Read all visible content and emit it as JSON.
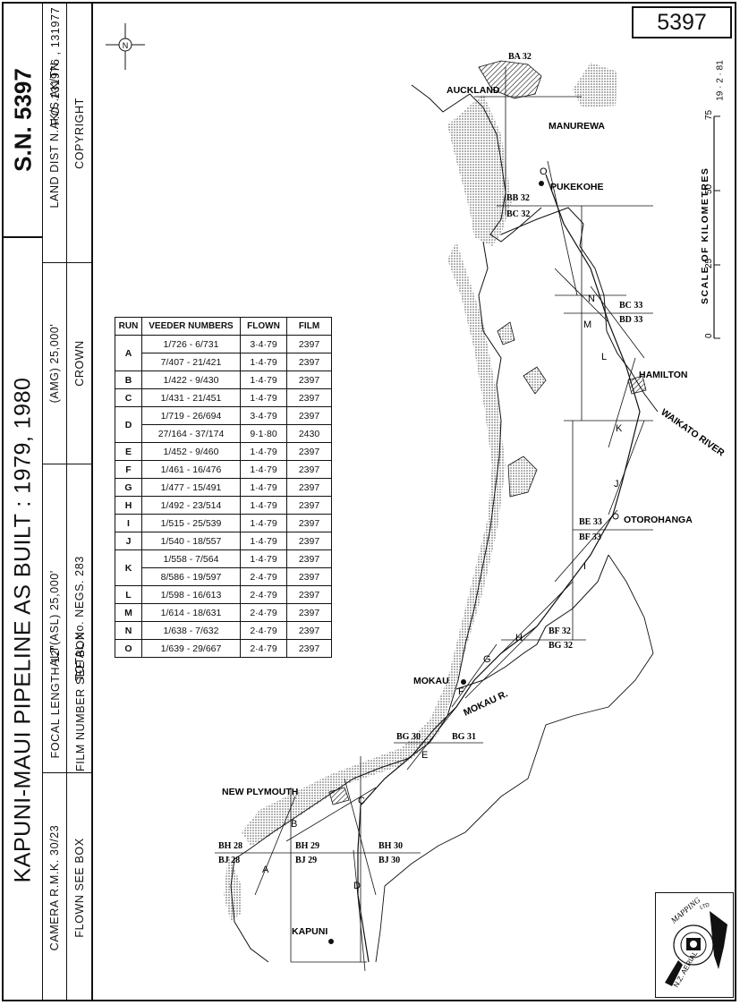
{
  "margin": {
    "title": "KAPUNI-MAUI PIPELINE AS BUILT : 1979, 1980",
    "sn": "S.N. 5397",
    "camera": "CAMERA  R.M.K. 30/23",
    "flown": "FLOWN  SEE  BOX",
    "focal_length": "FOCAL LENGTH  12\"",
    "film_number": "FILM NUMBER  SEE  BOX",
    "alt_asl": "ALT(ASL)     25,000'",
    "total_negs": "TOTAL No. NEGS.  283",
    "alt_amg": "(AMG)     25,000'",
    "crown": "CROWN",
    "fo": "F.O. 131976 , 131977",
    "copyright": "COPYRIGHT",
    "land_dist": "LAND DIST  N.AK/S.AK/TN."
  },
  "sheet_number": "5397",
  "date": "19 · 2 · 81",
  "north": "N",
  "scale": {
    "label": "SCALE  OF  KILOMETRES",
    "ticks": [
      "0",
      "25",
      "50",
      "75"
    ]
  },
  "table": {
    "headers": [
      "RUN",
      "VEEDER NUMBERS",
      "FLOWN",
      "FILM"
    ],
    "rows": [
      {
        "run": "A",
        "entries": [
          [
            "1/726 - 6/731",
            "3·4·79",
            "2397"
          ],
          [
            "7/407 - 21/421",
            "1·4·79",
            "2397"
          ]
        ]
      },
      {
        "run": "B",
        "entries": [
          [
            "1/422 - 9/430",
            "1·4·79",
            "2397"
          ]
        ]
      },
      {
        "run": "C",
        "entries": [
          [
            "1/431 - 21/451",
            "1·4·79",
            "2397"
          ]
        ]
      },
      {
        "run": "D",
        "entries": [
          [
            "1/719 - 26/694",
            "3·4·79",
            "2397"
          ],
          [
            "27/164 - 37/174",
            "9·1·80",
            "2430"
          ]
        ]
      },
      {
        "run": "E",
        "entries": [
          [
            "1/452 - 9/460",
            "1·4·79",
            "2397"
          ]
        ]
      },
      {
        "run": "F",
        "entries": [
          [
            "1/461 - 16/476",
            "1·4·79",
            "2397"
          ]
        ]
      },
      {
        "run": "G",
        "entries": [
          [
            "1/477 - 15/491",
            "1·4·79",
            "2397"
          ]
        ]
      },
      {
        "run": "H",
        "entries": [
          [
            "1/492 - 23/514",
            "1·4·79",
            "2397"
          ]
        ]
      },
      {
        "run": "I",
        "entries": [
          [
            "1/515 - 25/539",
            "1·4·79",
            "2397"
          ]
        ]
      },
      {
        "run": "J",
        "entries": [
          [
            "1/540 - 18/557",
            "1·4·79",
            "2397"
          ]
        ]
      },
      {
        "run": "K",
        "entries": [
          [
            "1/558 - 7/564",
            "1·4·79",
            "2397"
          ],
          [
            "8/586 - 19/597",
            "2·4·79",
            "2397"
          ]
        ]
      },
      {
        "run": "L",
        "entries": [
          [
            "1/598 - 16/613",
            "2·4·79",
            "2397"
          ]
        ]
      },
      {
        "run": "M",
        "entries": [
          [
            "1/614 - 18/631",
            "2·4·79",
            "2397"
          ]
        ]
      },
      {
        "run": "N",
        "entries": [
          [
            "1/638 - 7/632",
            "2·4·79",
            "2397"
          ]
        ]
      },
      {
        "run": "O",
        "entries": [
          [
            "1/639 - 29/667",
            "2·4·79",
            "2397"
          ]
        ]
      }
    ]
  },
  "places": {
    "auckland": "AUCKLAND",
    "manurewa": "MANUREWA",
    "pukekohe": "PUKEKOHE",
    "hamilton": "HAMILTON",
    "waikato_river": "WAIKATO RIVER",
    "otorohanga": "OTOROHANGA",
    "mokau": "MOKAU",
    "mokau_r": "MOKAU R.",
    "new_plymouth": "NEW PLYMOUTH",
    "kapuni": "KAPUNI"
  },
  "grid_labels": {
    "ba32": "BA 32",
    "bb32": "BB 32",
    "bc32": "BC 32",
    "bc33": "BC 33",
    "bd33": "BD 33",
    "be33": "BE 33",
    "bf33": "BF 33",
    "bf32": "BF 32",
    "bg32": "BG 32",
    "bg30": "BG 30",
    "bg31": "BG 31",
    "bh28": "BH 28",
    "bh29": "BH 29",
    "bh30": "BH 30",
    "bj28": "BJ 28",
    "bj29": "BJ 29",
    "bj30": "BJ 30"
  },
  "run_letters": {
    "a": "A",
    "b": "B",
    "c": "C",
    "d": "D",
    "e": "E",
    "f": "F",
    "g": "G",
    "h": "H",
    "i": "I",
    "j": "J",
    "k": "K",
    "l": "L",
    "m": "M",
    "n": "N",
    "o": "O"
  },
  "logo": {
    "text_top": "MAPPING",
    "text_bottom": "N.Z. AERIAL",
    "small": "LTD"
  }
}
